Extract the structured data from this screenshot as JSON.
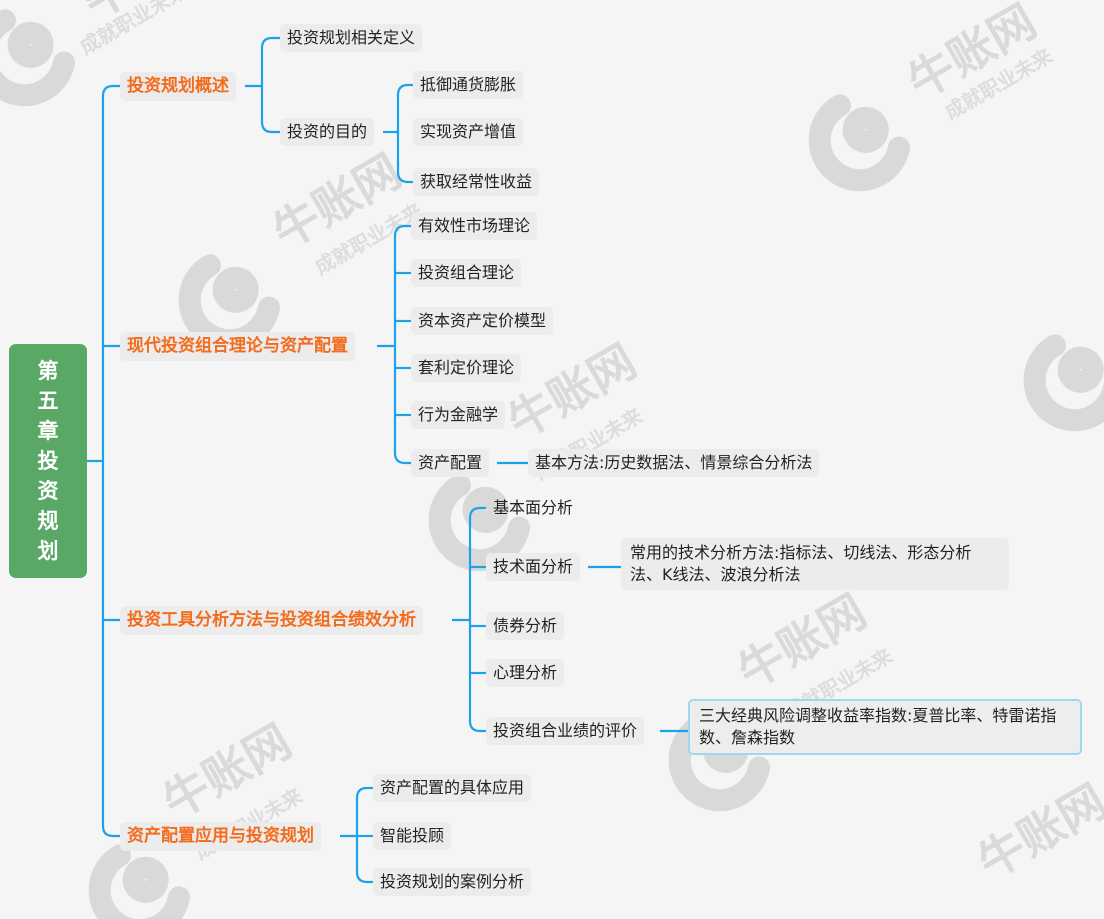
{
  "root": {
    "title": "第五章投资规划"
  },
  "branches": [
    {
      "label": "投资规划概述",
      "children": [
        {
          "label": "投资规划相关定义"
        },
        {
          "label": "投资的目的",
          "children": [
            "抵御通货膨胀",
            "实现资产增值",
            "获取经常性收益"
          ]
        }
      ]
    },
    {
      "label": "现代投资组合理论与资产配置",
      "children": [
        {
          "label": "有效性市场理论"
        },
        {
          "label": "投资组合理论"
        },
        {
          "label": "资本资产定价模型"
        },
        {
          "label": "套利定价理论"
        },
        {
          "label": "行为金融学"
        },
        {
          "label": "资产配置",
          "children": [
            "基本方法:历史数据法、情景综合分析法"
          ]
        }
      ]
    },
    {
      "label": "投资工具分析方法与投资组合绩效分析",
      "children": [
        {
          "label": "基本面分析"
        },
        {
          "label": "技术面分析",
          "children": [
            "常用的技术分析方法:指标法、切线法、形态分析法、K线法、波浪分析法"
          ]
        },
        {
          "label": "债券分析"
        },
        {
          "label": "心理分析"
        },
        {
          "label": "投资组合业绩的评价",
          "children": [
            "三大经典风险调整收益率指数:夏普比率、特雷诺指数、詹森指数"
          ]
        }
      ]
    },
    {
      "label": "资产配置应用与投资规划",
      "children": [
        {
          "label": "资产配置的具体应用"
        },
        {
          "label": "智能投顾"
        },
        {
          "label": "投资规划的案例分析"
        }
      ]
    }
  ],
  "watermark": {
    "brand": "牛账网",
    "slogan": "成就职业未来"
  },
  "colors": {
    "root_bg": "#5aa865",
    "branch_text": "#f36b1c",
    "connector": "#1aa3e8",
    "node_bg": "#ececec"
  }
}
